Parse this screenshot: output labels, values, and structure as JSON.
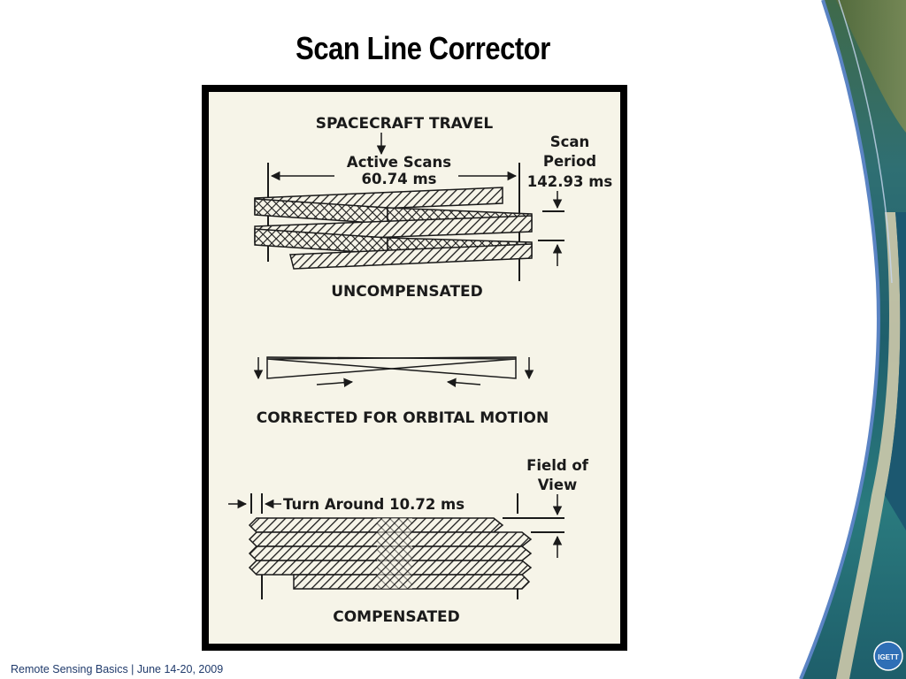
{
  "slide": {
    "title": "Scan Line Corrector",
    "footer": "Remote Sensing Basics | June 14-20, 2009"
  },
  "figure": {
    "spacecraft_travel": "SPACECRAFT TRAVEL",
    "active_scans_line1": "Active Scans",
    "active_scans_line2": "60.74 ms",
    "scan_period_line1": "Scan",
    "scan_period_line2": "Period",
    "scan_period_line3": "142.93 ms",
    "uncompensated": "UNCOMPENSATED",
    "corrected": "CORRECTED FOR ORBITAL MOTION",
    "field_of_view_line1": "Field of",
    "field_of_view_line2": "View",
    "turn_around": "Turn Around 10.72 ms",
    "compensated": "COMPENSATED"
  },
  "logo": {
    "text": "IGETT"
  },
  "colors": {
    "figure_background": "#f6f4e8",
    "frame": "#000000",
    "footer_text": "#1f3a6b",
    "swoosh_border": "#5b84c4"
  }
}
